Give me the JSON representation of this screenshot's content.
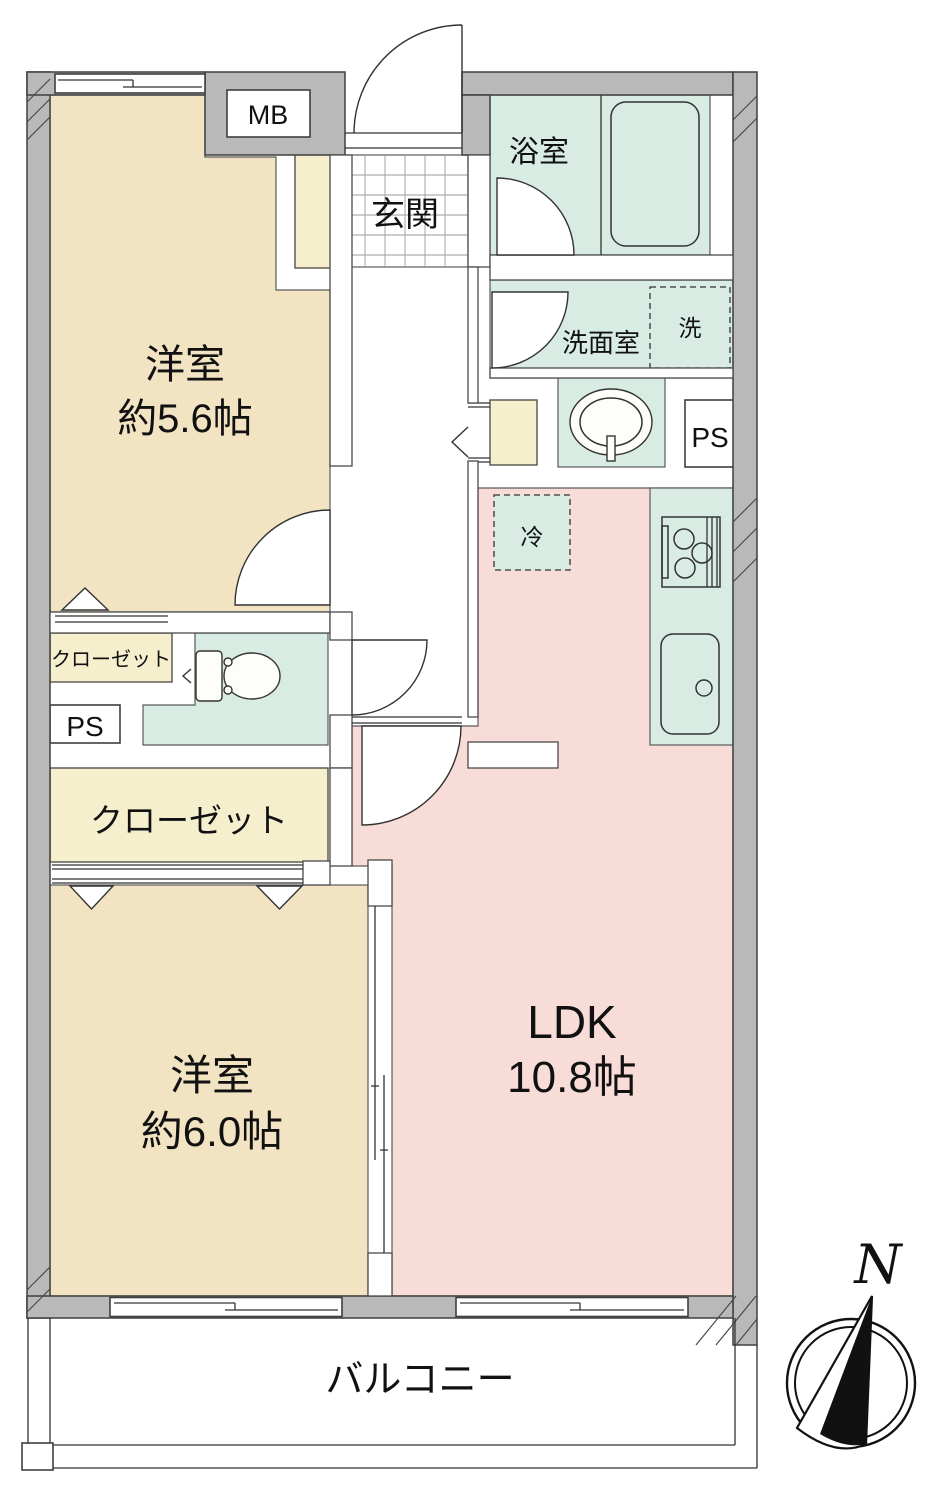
{
  "plan": {
    "type": "apartment-floor-plan",
    "rooms": {
      "western_room_1": {
        "name": "洋室",
        "size": "約5.6帖"
      },
      "western_room_2": {
        "name": "洋室",
        "size": "約6.0帖"
      },
      "ldk": {
        "name": "LDK",
        "size": "10.8帖"
      },
      "entrance": {
        "name": "玄関"
      },
      "bathroom": {
        "name": "浴室"
      },
      "washroom": {
        "name": "洗面室"
      },
      "balcony": {
        "name": "バルコニー"
      }
    },
    "closets": {
      "upper": "クローゼット",
      "lower": "クローゼット"
    },
    "badges": {
      "meter_box": "MB",
      "pipe_space_right": "PS",
      "pipe_space_left": "PS",
      "washing_machine": "洗",
      "refrigerator": "冷",
      "north": "N"
    },
    "colors": {
      "room_beige": "#f2e4c3",
      "closet_yellow": "#f5efce",
      "wet_area_mint": "#d8ece4",
      "ldk_pink": "#f8dcd7",
      "wall_gray": "#b9b9b9"
    }
  }
}
